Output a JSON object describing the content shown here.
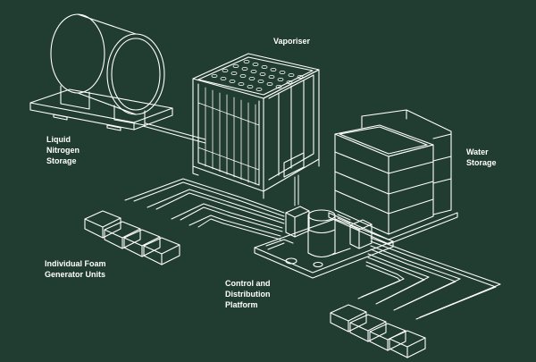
{
  "labels": {
    "nitrogen": [
      "Liquid",
      "Nitrogen",
      "Storage"
    ],
    "vaporiser": "Vaporiser",
    "water": [
      "Water",
      "Storage"
    ],
    "foam_units": [
      "Individual Foam",
      "Generator Units"
    ],
    "platform": [
      "Control and",
      "Distribution",
      "Platform"
    ]
  },
  "colors": {
    "background": "#213c30",
    "line": "#ffffff"
  }
}
